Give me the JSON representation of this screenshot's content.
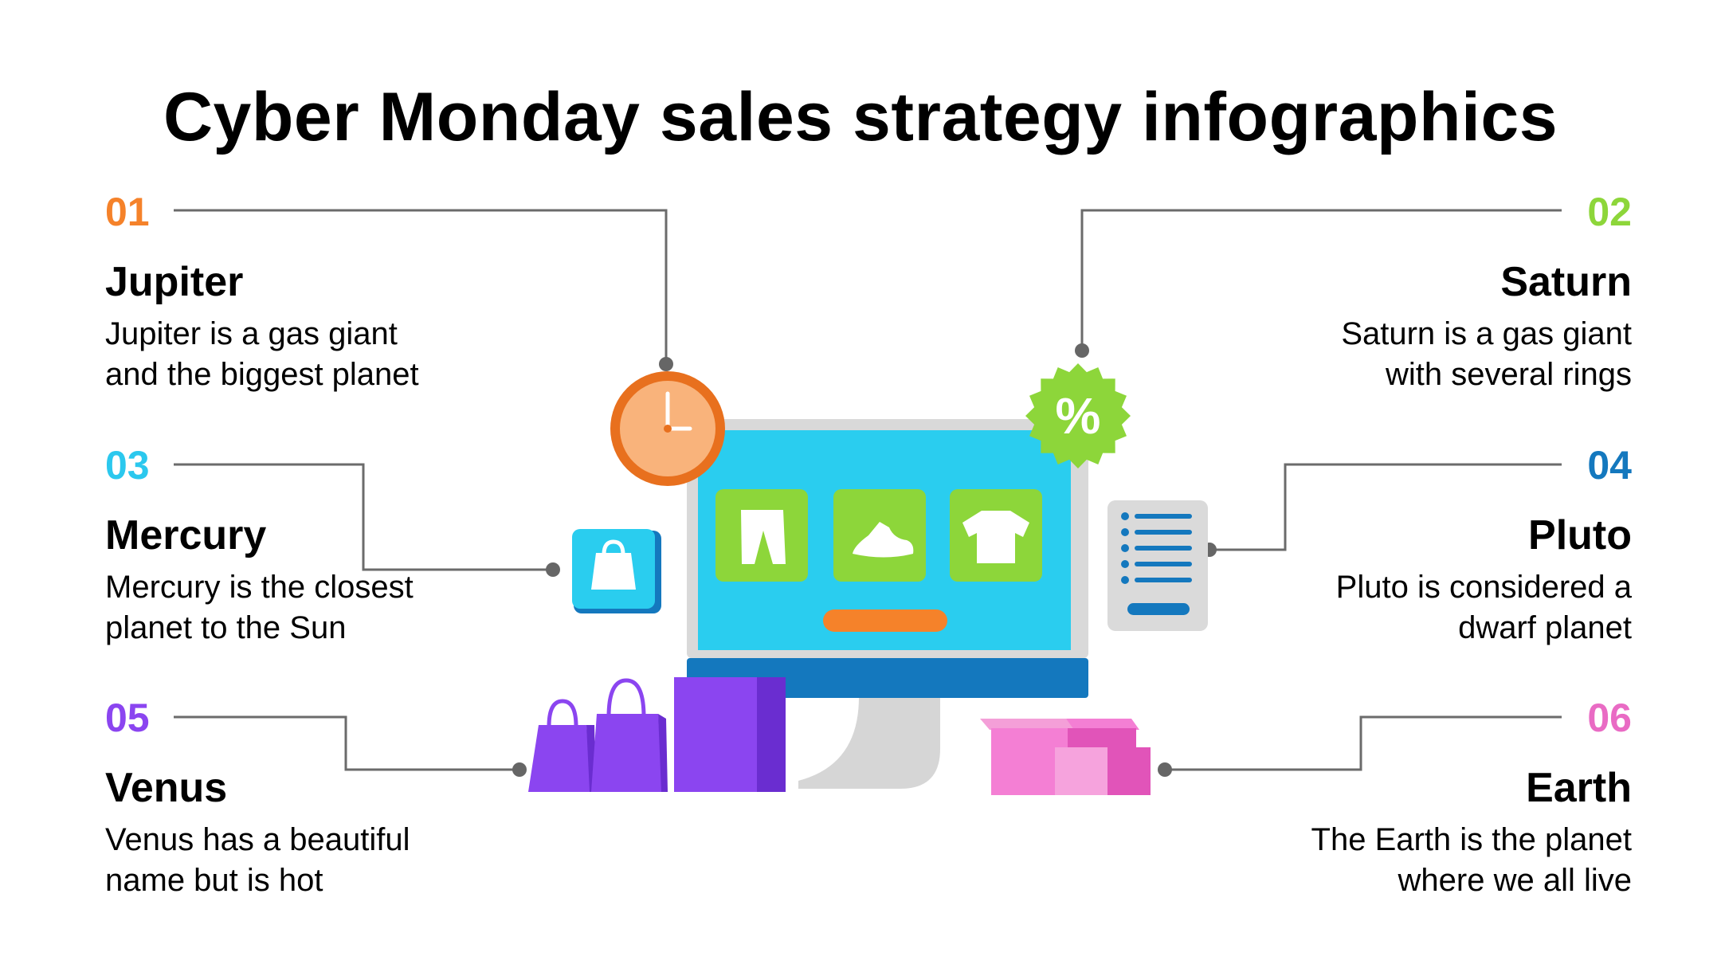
{
  "title": "Cyber Monday sales strategy infographics",
  "items": [
    {
      "number": "01",
      "heading": "Jupiter",
      "text_line1": "Jupiter is a gas giant",
      "text_line2": "and the biggest planet",
      "color": "#F5822A"
    },
    {
      "number": "02",
      "heading": "Saturn",
      "text_line1": "Saturn is a gas giant",
      "text_line2": "with several rings",
      "color": "#8DD63A"
    },
    {
      "number": "03",
      "heading": "Mercury",
      "text_line1": "Mercury is the closest",
      "text_line2": "planet to the Sun",
      "color": "#2BC8EE"
    },
    {
      "number": "04",
      "heading": "Pluto",
      "text_line1": "Pluto is considered a",
      "text_line2": "dwarf planet",
      "color": "#1478BE"
    },
    {
      "number": "05",
      "heading": "Venus",
      "text_line1": "Venus has a beautiful",
      "text_line2": "name but is hot",
      "color": "#8B45F0"
    },
    {
      "number": "06",
      "heading": "Earth",
      "text_line1": "The Earth is the planet",
      "text_line2": "where we all live",
      "color": "#E96BC4"
    }
  ],
  "icons": {
    "clock": "clock-icon",
    "discount": "percent-badge-icon",
    "bag": "shopping-bag-icon",
    "receipt": "receipt-icon",
    "bags": "shopping-bags-icon",
    "boxes": "boxes-icon",
    "monitor": "monitor-icon"
  },
  "discount_symbol": "%"
}
